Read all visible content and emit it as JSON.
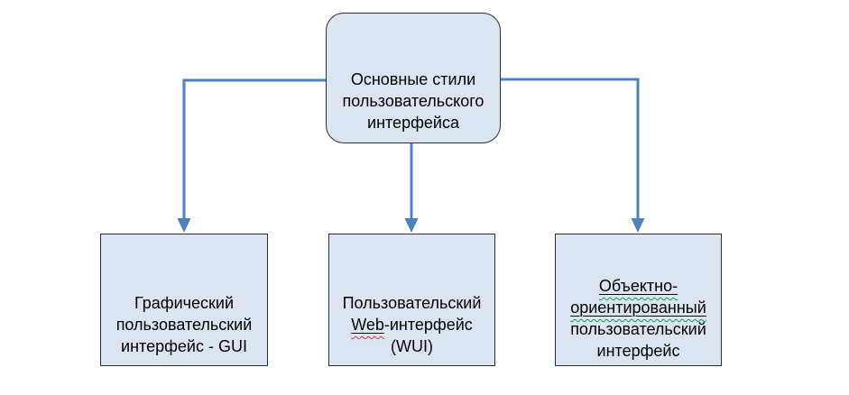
{
  "colors": {
    "background": "#ffffff",
    "box_fill": "#dbe5f1",
    "box_border": "#2f2f2f",
    "connector": "#4f81bd",
    "text": "#000000",
    "spellcheck_red": "#e0342b",
    "grammar_green": "#00a650"
  },
  "nodes": {
    "root": {
      "lines": [
        "Основные стили",
        "пользовательского",
        "интерфейса"
      ]
    },
    "gui": {
      "lines": [
        "Графический",
        "пользовательский",
        "интерфейс - GUI"
      ]
    },
    "wui": {
      "line1": "Пользовательский",
      "web": "Web",
      "web_rest": "-интерфейс",
      "line3": "(WUI)"
    },
    "ooui": {
      "line1": "Объектно-",
      "line2": "ориентированный",
      "line3": "пользовательский",
      "line4": "интерфейс"
    }
  }
}
